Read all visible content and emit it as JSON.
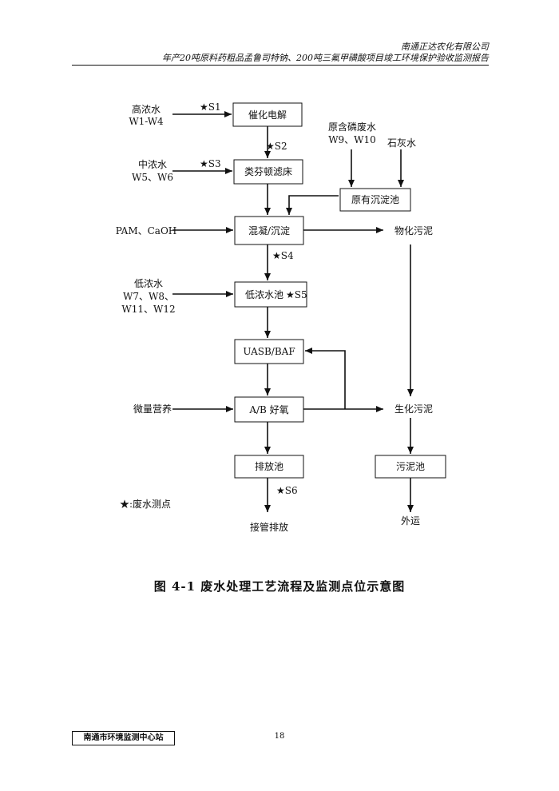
{
  "header": {
    "company": "南通正达农化有限公司",
    "report": "年产20吨原料药粗品孟鲁司特钠、200吨三氟甲磺酸项目竣工环境保护验收监测报告"
  },
  "flowchart": {
    "nodes": {
      "catalytic_electrolysis": "催化电解",
      "fenton_filter": "类芬顿滤床",
      "existing_sedimentation": "原有沉淀池",
      "coagulation": "混凝/沉淀",
      "low_conc_tank": "低浓水池",
      "uasb_baf": "UASB/BAF",
      "ab_aerobic": "A/B 好氧",
      "discharge_tank": "排放池",
      "sludge_tank": "污泥池"
    },
    "inputs": {
      "high_conc_1": "高浓水",
      "high_conc_2": "W1-W4",
      "mid_conc_1": "中浓水",
      "mid_conc_2": "W5、W6",
      "phosphorus_1": "原含磷废水",
      "phosphorus_2": "W9、W10",
      "lime": "石灰水",
      "pam": "PAM、CaOH",
      "low_conc_1": "低浓水",
      "low_conc_2": "W7、W8、",
      "low_conc_3": "W11、W12",
      "nutrients": "微量营养"
    },
    "outputs": {
      "physchem_sludge": "物化污泥",
      "bio_sludge": "生化污泥",
      "to_sewer": "接管排放",
      "haul_away": "外运"
    },
    "points": {
      "s1": "★S1",
      "s2": "★S2",
      "s3": "★S3",
      "s4": "★S4",
      "s5": "★S5",
      "s6": "★S6"
    },
    "legend": "★:废水测点"
  },
  "caption": "图 4-1   废水处理工艺流程及监测点位示意图",
  "page_number": "18",
  "footer_stamp": "南通市环境监测中心站"
}
